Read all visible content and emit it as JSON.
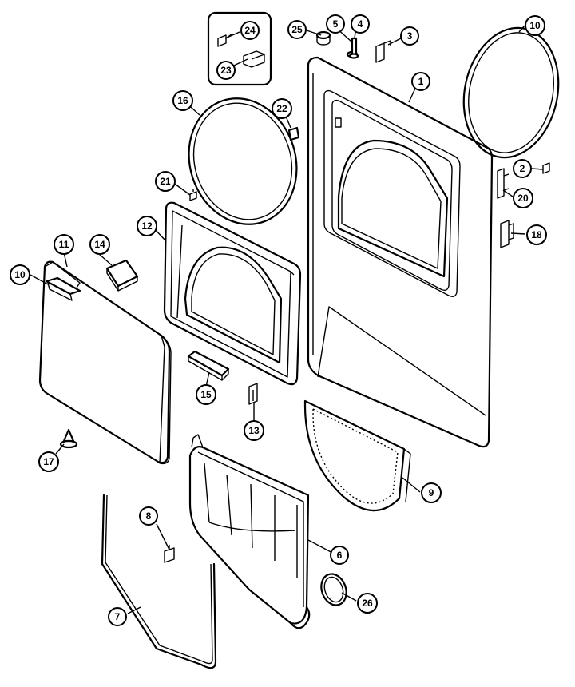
{
  "callouts": [
    {
      "id": "c1",
      "label": "1"
    },
    {
      "id": "c2",
      "label": "2"
    },
    {
      "id": "c3",
      "label": "3"
    },
    {
      "id": "c4",
      "label": "4"
    },
    {
      "id": "c5",
      "label": "5"
    },
    {
      "id": "c6",
      "label": "6"
    },
    {
      "id": "c7",
      "label": "7"
    },
    {
      "id": "c8",
      "label": "8"
    },
    {
      "id": "c9",
      "label": "9"
    },
    {
      "id": "c10a",
      "label": "10"
    },
    {
      "id": "c10b",
      "label": "10"
    },
    {
      "id": "c11",
      "label": "11"
    },
    {
      "id": "c12",
      "label": "12"
    },
    {
      "id": "c13",
      "label": "13"
    },
    {
      "id": "c14",
      "label": "14"
    },
    {
      "id": "c15",
      "label": "15"
    },
    {
      "id": "c16",
      "label": "16"
    },
    {
      "id": "c17",
      "label": "17"
    },
    {
      "id": "c18",
      "label": "18"
    },
    {
      "id": "c20",
      "label": "20"
    },
    {
      "id": "c21",
      "label": "21"
    },
    {
      "id": "c22",
      "label": "22"
    },
    {
      "id": "c23",
      "label": "23"
    },
    {
      "id": "c24",
      "label": "24"
    },
    {
      "id": "c25",
      "label": "25"
    },
    {
      "id": "c26",
      "label": "26"
    }
  ]
}
